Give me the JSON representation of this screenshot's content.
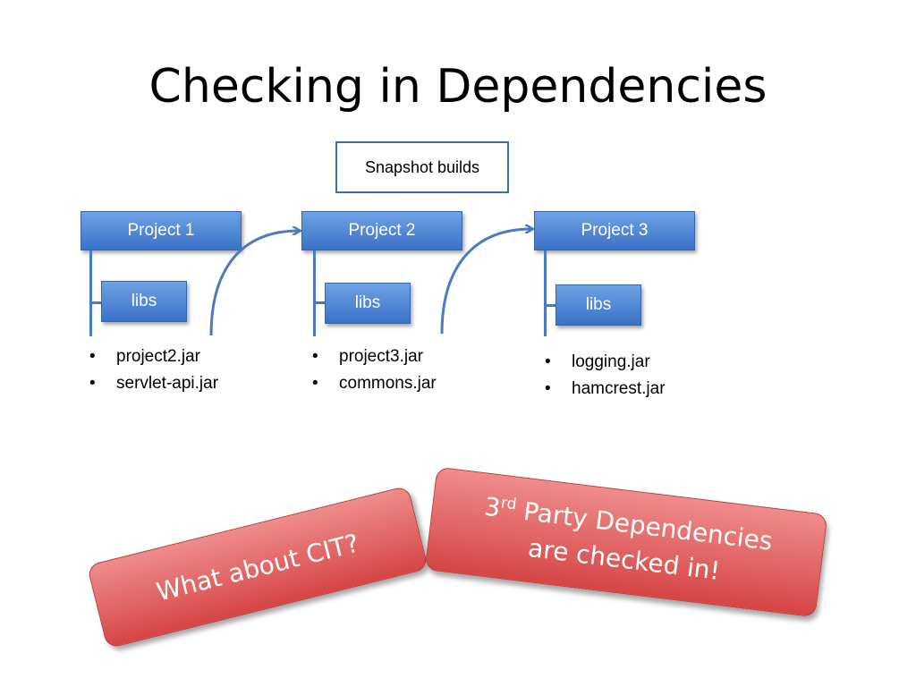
{
  "slide": {
    "title": "Checking in Dependencies",
    "snapshot_label": "Snapshot builds"
  },
  "projects": [
    {
      "label": "Project 1",
      "libs_label": "libs",
      "jars": [
        "project2.jar",
        "servlet-api.jar"
      ]
    },
    {
      "label": "Project 2",
      "libs_label": "libs",
      "jars": [
        "project3.jar",
        "commons.jar"
      ]
    },
    {
      "label": "Project 3",
      "libs_label": "libs",
      "jars": [
        "logging.jar",
        "hamcrest.jar"
      ]
    }
  ],
  "bullet_glyph": "•",
  "callouts": {
    "cit": "What about CIT?",
    "third_number": "3",
    "third_suffix": "rd",
    "third_line1_rest": " Party Dependencies",
    "third_line2": "are checked in!"
  },
  "colors": {
    "box_blue": "#4f86d6",
    "connector_blue": "#4a7ac0",
    "callout_red": "#d64545"
  }
}
